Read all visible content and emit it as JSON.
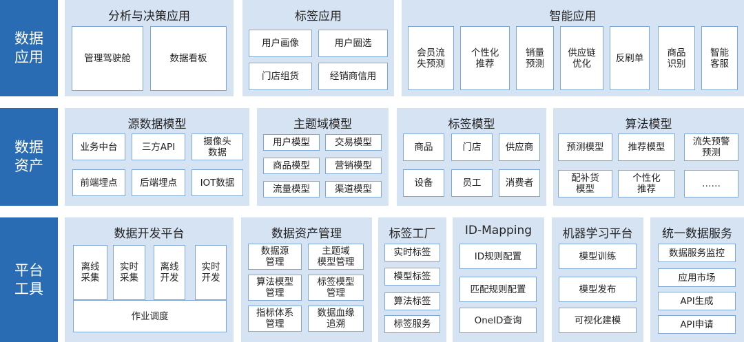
{
  "rows": [
    {
      "label": "数据\n应用",
      "panels": [
        {
          "title": "分析与决策应用",
          "items": [
            "管理驾驶舱",
            "数据看板"
          ]
        },
        {
          "title": "标签应用",
          "items": [
            "用户画像",
            "用户圈选",
            "门店组货",
            "经销商信用"
          ]
        },
        {
          "title": "智能应用",
          "items": [
            "会员流\n失预测",
            "个性化\n推荐",
            "销量\n预测",
            "供应链\n优化",
            "反刷单",
            "商品\n识别",
            "智能\n客服"
          ]
        }
      ]
    },
    {
      "label": "数据\n资产",
      "panels": [
        {
          "title": "源数据模型",
          "items": [
            "业务中台",
            "三方API",
            "摄像头\n数据",
            "前端埋点",
            "后端埋点",
            "IOT数据"
          ]
        },
        {
          "title": "主题域模型",
          "items": [
            "用户模型",
            "交易模型",
            "商品模型",
            "营销模型",
            "流量模型",
            "渠道模型"
          ]
        },
        {
          "title": "标签模型",
          "items": [
            "商品",
            "门店",
            "供应商",
            "设备",
            "员工",
            "消费者"
          ]
        },
        {
          "title": "算法模型",
          "items": [
            "预测模型",
            "推荐模型",
            "流失预警\n预测",
            "配补货\n模型",
            "个性化\n推荐",
            "……"
          ]
        }
      ]
    },
    {
      "label": "平台\n工具",
      "panels": [
        {
          "title": "数据开发平台",
          "items": [
            "离线\n采集",
            "实时\n采集",
            "离线\n开发",
            "实时\n开发",
            "作业调度"
          ]
        },
        {
          "title": "数据资产管理",
          "items": [
            "数据源\n管理",
            "主题域\n模型管理",
            "算法模型\n管理",
            "标签模型\n管理",
            "指标体系\n管理",
            "数据血缘\n追溯"
          ]
        },
        {
          "title": "标签工厂",
          "items": [
            "实时标签",
            "模型标签",
            "算法标签",
            "标签服务"
          ]
        },
        {
          "title": "ID-Mapping",
          "items": [
            "ID规则配置",
            "匹配规则配置",
            "OneID查询"
          ]
        },
        {
          "title": "机器学习平台",
          "items": [
            "模型训练",
            "模型发布",
            "可视化建模"
          ]
        },
        {
          "title": "统一数据服务",
          "items": [
            "数据服务监控",
            "应用市场",
            "API生成",
            "API申请"
          ]
        }
      ]
    }
  ]
}
